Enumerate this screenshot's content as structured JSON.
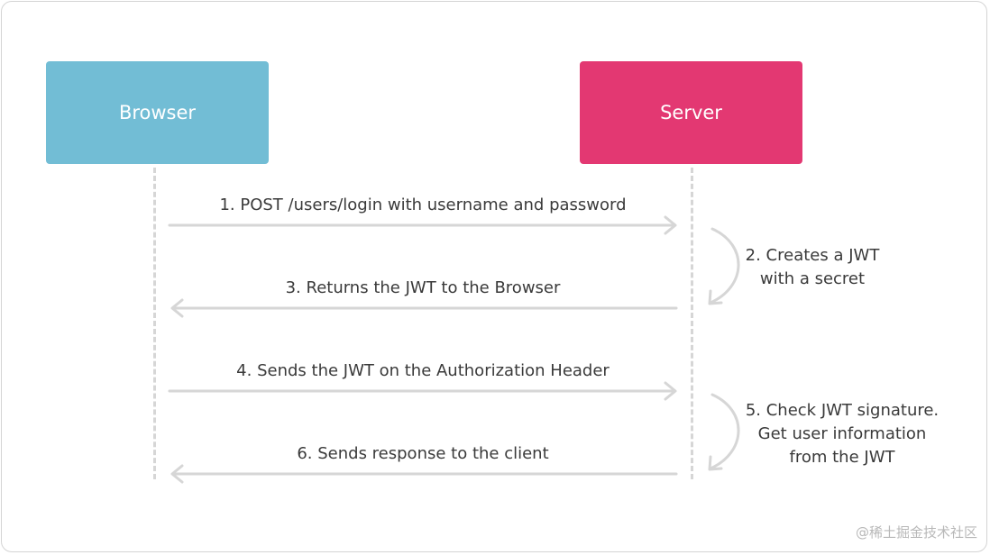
{
  "actors": {
    "browser": "Browser",
    "server": "Server"
  },
  "messages": [
    "1. POST /users/login with username and password",
    "3. Returns the JWT to the Browser",
    "4. Sends the JWT on the Authorization Header",
    "6. Sends response to the client"
  ],
  "notes": [
    [
      "2. Creates a JWT",
      "with a secret"
    ],
    [
      "5. Check JWT signature.",
      "Get user information",
      "from the JWT"
    ]
  ],
  "watermark": "@稀土掘金技术社区",
  "colors": {
    "browser": "#72bdd5",
    "server": "#e33872",
    "arrow": "#d6d6d6",
    "text": "#3a3a3a"
  }
}
